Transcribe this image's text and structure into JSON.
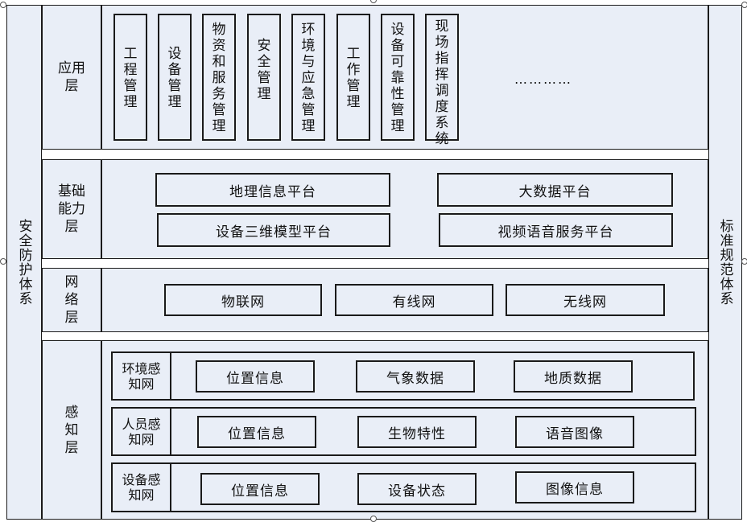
{
  "left_side": "安全防护体系",
  "right_side": "标准规范体系",
  "application_layer": {
    "label": "应用层",
    "apps": [
      "工程管理",
      "设备管理",
      "物资和服务管理",
      "安全管理",
      "环境与应急管理",
      "工作管理",
      "设备可靠性管理",
      "现场指挥调度系统"
    ],
    "ellipsis": "…………"
  },
  "capability_layer": {
    "label": "基础能力层",
    "platforms": [
      "地理信息平台",
      "大数据平台",
      "设备三维模型平台",
      "视频语音服务平台"
    ]
  },
  "network_layer": {
    "label": "网络层",
    "networks": [
      "物联网",
      "有线网",
      "无线网"
    ]
  },
  "perception_layer": {
    "label": "感知层",
    "rows": [
      {
        "label": "环境感知网",
        "items": [
          "位置信息",
          "气象数据",
          "地质数据"
        ]
      },
      {
        "label": "人员感知网",
        "items": [
          "位置信息",
          "生物特性",
          "语音图像"
        ]
      },
      {
        "label": "设备感知网",
        "items": [
          "位置信息",
          "设备状态",
          "图像信息"
        ]
      }
    ]
  }
}
